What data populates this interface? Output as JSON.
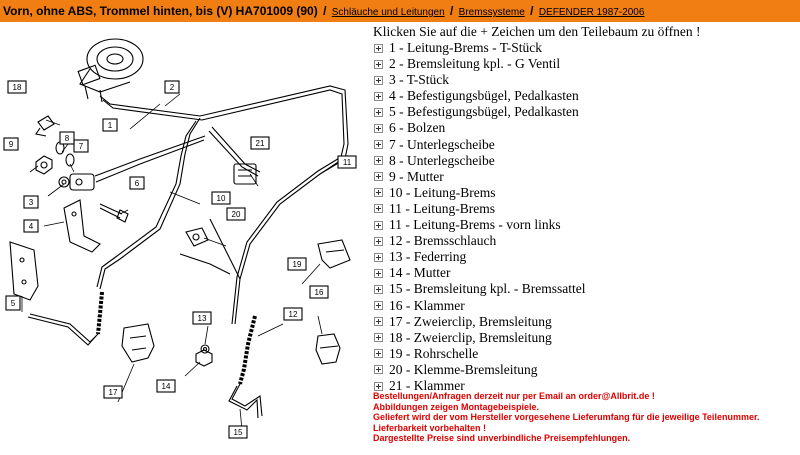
{
  "header": {
    "title": "Vorn, ohne ABS, Trommel hinten, bis (V) HA701009 (90)",
    "separator": "/",
    "breadcrumbs": [
      "Schläuche und Leitungen",
      "Bremssysteme",
      "DEFENDER 1987-2006"
    ]
  },
  "parts": {
    "intro": "Klicken Sie auf die + Zeichen um den Teilebaum zu öffnen !",
    "items": [
      "1 - Leitung-Brems - T-Stück",
      "2 - Bremsleitung kpl. - G Ventil",
      "3 - T-Stück",
      "4 - Befestigungsbügel, Pedalkasten",
      "5 - Befestigungsbügel, Pedalkasten",
      "6 - Bolzen",
      "7 - Unterlegscheibe",
      "8 - Unterlegscheibe",
      "9 - Mutter",
      "10 - Leitung-Brems",
      "11 - Leitung-Brems",
      "11 - Leitung-Brems - vorn links",
      "12 - Bremsschlauch",
      "13 - Federring",
      "14 - Mutter",
      "15 - Bremsleitung kpl. - Bremssattel",
      "16 - Klammer",
      "17 - Zweierclip, Bremsleitung",
      "18 - Zweierclip, Bremsleitung",
      "19 - Rohrschelle",
      "20 - Klemme-Bremsleitung",
      "21 - Klammer"
    ]
  },
  "notes": [
    "Bestellungen/Anfragen derzeit nur per Email an order@Allbrit.de !",
    "Abbildungen zeigen Montagebeispiele.",
    "Geliefert wird der vom Hersteller vorgesehene Lieferumfang für die jeweilige Teilenummer.",
    "Lieferbarkeit vorbehalten !",
    "Dargestellte Preise sind unverbindliche Preisempfehlungen."
  ],
  "diagram": {
    "callouts": [
      "1",
      "2",
      "3",
      "4",
      "5",
      "6",
      "7",
      "8",
      "9",
      "10",
      "11",
      "12",
      "13",
      "14",
      "15",
      "16",
      "17",
      "18",
      "19",
      "20",
      "21"
    ]
  },
  "colors": {
    "header_bg": "#f07e12",
    "notes_text": "#e00000",
    "line": "#000000"
  }
}
